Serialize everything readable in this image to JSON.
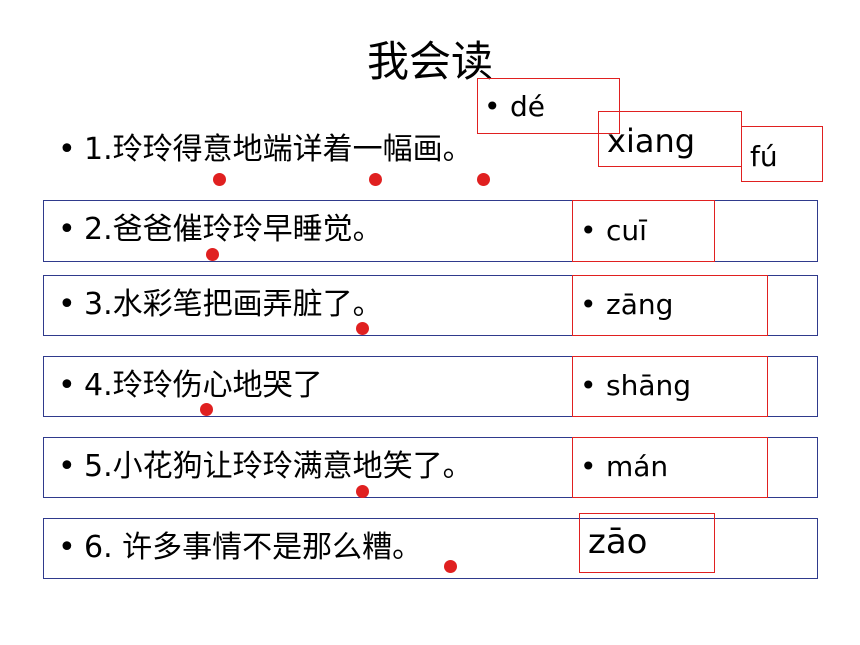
{
  "title": "我会读",
  "bullet": "•",
  "sentences": [
    "1.玲玲得意地端详着一幅画。",
    "2.爸爸催玲玲早睡觉。",
    "3.水彩笔把画弄脏了。",
    "4.玲玲伤心地哭了",
    "5.小花狗让玲玲满意地笑了。",
    "6. 许多事情不是那么糟。"
  ],
  "pinyin": {
    "de": "dé",
    "xiang": "xiang",
    "fu": "fú",
    "cui": "cuī",
    "zang": "zāng",
    "shang": "shāng",
    "man": "mán",
    "zao": "zāo"
  },
  "colors": {
    "marker": "#e02020",
    "row_border": "#2f3a8c",
    "answer_border": "#e02020"
  }
}
